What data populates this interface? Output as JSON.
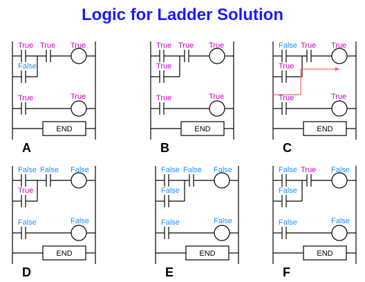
{
  "title": "Logic for Ladder Solution",
  "colors": {
    "title": "#1a1aff",
    "true": "#cc00cc",
    "false": "#1e90ff",
    "wire": "#000000",
    "arrow": "#ff6666"
  },
  "end_label": "END",
  "panels": [
    {
      "letter": "A",
      "labels": [
        "True",
        "True",
        "True",
        "False",
        "True",
        "True"
      ]
    },
    {
      "letter": "B",
      "labels": [
        "True",
        "True",
        "True",
        "True",
        "True",
        "True"
      ]
    },
    {
      "letter": "C",
      "labels": [
        "False",
        "True",
        "True",
        "True",
        "True",
        "True"
      ]
    },
    {
      "letter": "D",
      "labels": [
        "False",
        "False",
        "False",
        "True",
        "False",
        "False"
      ]
    },
    {
      "letter": "E",
      "labels": [
        "False",
        "False",
        "False",
        "False",
        "False",
        "False"
      ]
    },
    {
      "letter": "F",
      "labels": [
        "False",
        "True",
        "False",
        "False",
        "False",
        "False"
      ]
    }
  ]
}
